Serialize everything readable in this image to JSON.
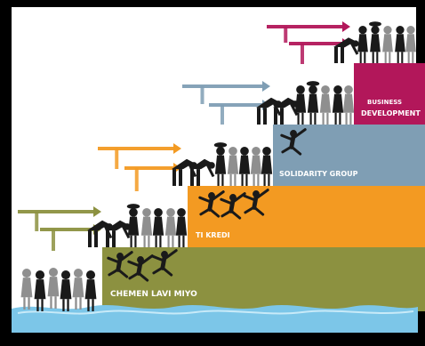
{
  "colors": {
    "frame": "#000000",
    "background": "#ffffff",
    "water": "#7cc6e8",
    "water_highlight": "#c8eaf8",
    "figure": "#1a1a1a",
    "figure_faded": "#8f8f8f"
  },
  "steps": [
    {
      "label_lines": [
        "CHEMEN LAVI MIYO"
      ],
      "color": "#8c9140",
      "arrow_color": "#8c9140"
    },
    {
      "label_lines": [
        "TI KREDI"
      ],
      "color": "#f39a22",
      "arrow_color": "#f39a22"
    },
    {
      "label_lines": [
        "SOLIDARITY GROUP"
      ],
      "color": "#7f9eb4",
      "arrow_color": "#7f9eb4"
    },
    {
      "label_lines": [
        "BUSINESS",
        "DEVELOPMENT"
      ],
      "color": "#b2175a",
      "arrow_color": "#b2175a"
    }
  ]
}
